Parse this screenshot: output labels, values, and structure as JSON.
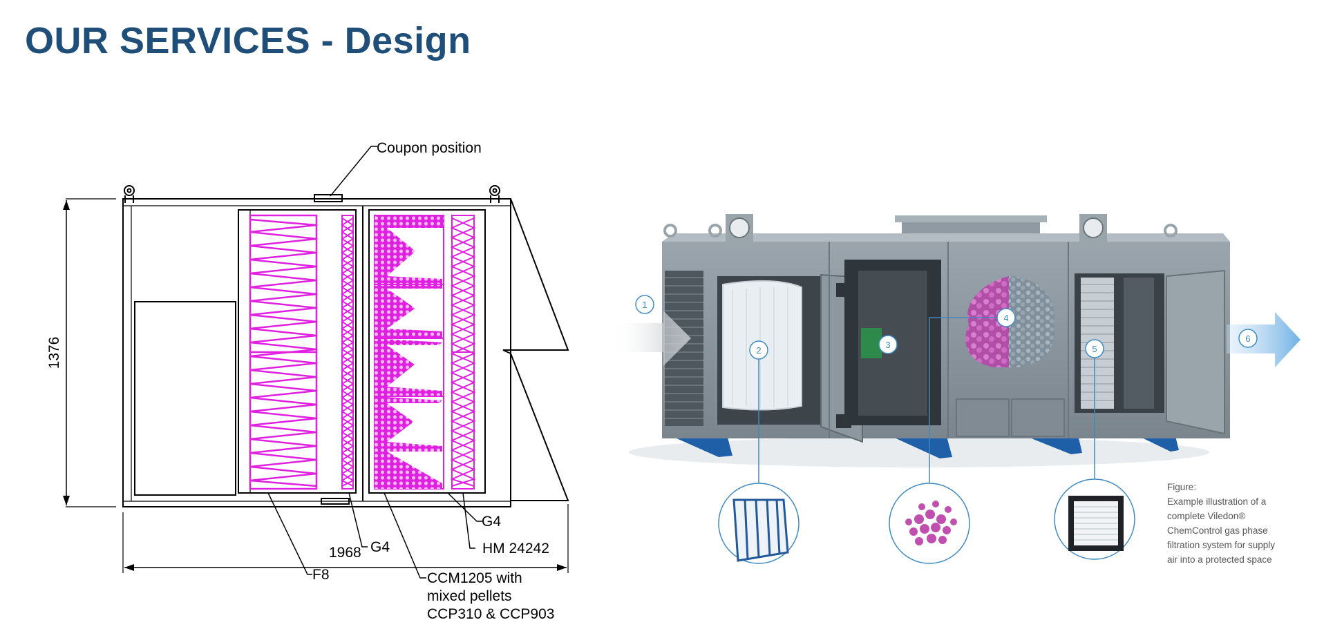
{
  "page": {
    "title": "OUR SERVICES - Design"
  },
  "drawing": {
    "callouts": {
      "coupon": "Coupon position",
      "height": "1376",
      "width": "1968",
      "g4_left": "G4",
      "f8": "F8",
      "ccm_line1": "CCM1205 with",
      "ccm_line2": "mixed pellets",
      "ccm_line3": "CCP310 & CCP903",
      "g4_right": "G4",
      "hm": "HM 24242"
    },
    "colors": {
      "filter": "#e020e0",
      "outline": "#000000"
    }
  },
  "illustration": {
    "badges": [
      "1",
      "2",
      "3",
      "4",
      "5",
      "6"
    ],
    "caption": [
      "Figure:",
      "Example illustration of a",
      "complete Viledon®",
      "ChemControl gas phase",
      "filtration system for supply",
      "air into a protected space"
    ],
    "colors": {
      "housing": "#8a959e",
      "badge": "#3e8ac2",
      "pellets": "#c04fb0",
      "feet": "#1f5fa8"
    }
  }
}
